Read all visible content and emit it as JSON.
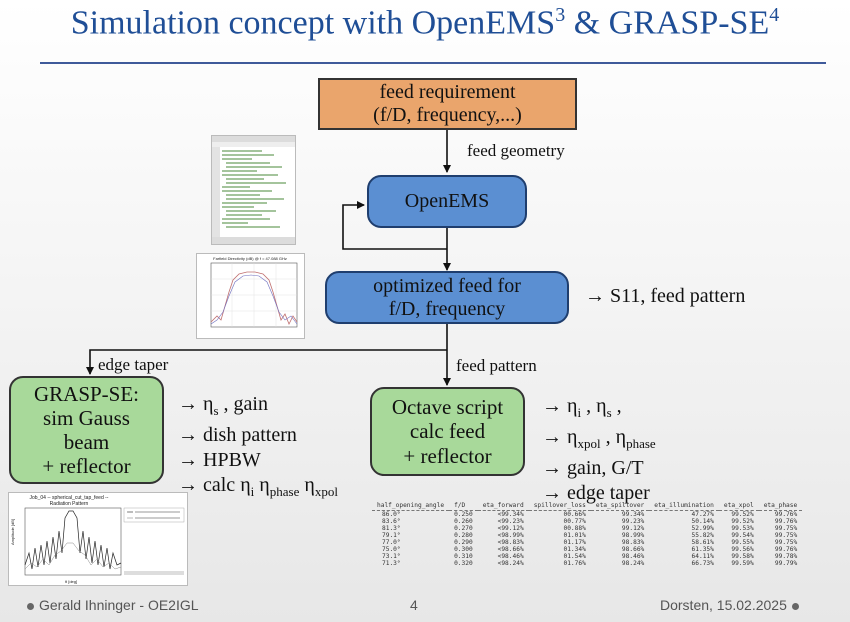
{
  "title": {
    "main": "Simulation concept with OpenEMS",
    "sup1": "3",
    "mid": " & GRASP-SE",
    "sup2": "4"
  },
  "boxes": {
    "feed_req_l1": "feed requirement",
    "feed_req_l2": "(f/D, frequency,...)",
    "openems": "OpenEMS",
    "optimized_l1": "optimized feed for",
    "optimized_l2": "f/D, frequency",
    "grasp_l1": "GRASP-SE:",
    "grasp_l2": "sim Gauss",
    "grasp_l3": "beam",
    "grasp_l4": "+ reflector",
    "octave_l1": "Octave script",
    "octave_l2": "calc feed",
    "octave_l3": "+ reflector"
  },
  "labels": {
    "feed_geometry": "feed geometry",
    "edge_taper": "edge taper",
    "feed_pattern": "feed pattern",
    "s11": "→ S11, feed pattern"
  },
  "grasp_outputs": {
    "l1_pre": "→ η",
    "l1_sub": "s",
    "l1_post": " , gain",
    "l2": "→ dish pattern",
    "l3": "→ HPBW",
    "l4_pre": "→ calc η",
    "l4_sub1": "i",
    "l4_mid1": " η",
    "l4_sub2": "phase",
    "l4_mid2": " η",
    "l4_sub3": "xpol"
  },
  "octave_outputs": {
    "l1_pre": "→ η",
    "l1_sub1": "i",
    "l1_mid": " , η",
    "l1_sub2": "s",
    "l1_post": " ,",
    "l2_pre": "→ η",
    "l2_sub1": "xpol",
    "l2_mid": " , η",
    "l2_sub2": "phase",
    "l3": "→ gain, G/T",
    "l4": "→ edge taper"
  },
  "table": {
    "headers": [
      "half_opening_angle",
      "f/D",
      "eta_forward",
      "spillover_loss",
      "eta_spillover",
      "eta_illumination",
      "eta_xpol",
      "eta_phase"
    ],
    "rows": [
      [
        "86.0°",
        "0.250",
        "<99.34%",
        "00.66%",
        "99.34%",
        "47.27%",
        "99.52%",
        "99.76%"
      ],
      [
        "83.6°",
        "0.260",
        "<99.23%",
        "00.77%",
        "99.23%",
        "50.14%",
        "99.52%",
        "99.76%"
      ],
      [
        "81.3°",
        "0.270",
        "<99.12%",
        "00.88%",
        "99.12%",
        "52.99%",
        "99.53%",
        "99.75%"
      ],
      [
        "79.1°",
        "0.280",
        "<98.99%",
        "01.01%",
        "98.99%",
        "55.82%",
        "99.54%",
        "99.75%"
      ],
      [
        "77.0°",
        "0.290",
        "<98.83%",
        "01.17%",
        "98.83%",
        "58.61%",
        "99.55%",
        "99.75%"
      ],
      [
        "75.0°",
        "0.300",
        "<98.66%",
        "01.34%",
        "98.66%",
        "61.35%",
        "99.56%",
        "99.76%"
      ],
      [
        "73.1°",
        "0.310",
        "<98.46%",
        "01.54%",
        "98.46%",
        "64.11%",
        "99.58%",
        "99.78%"
      ],
      [
        "71.3°",
        "0.320",
        "<98.24%",
        "01.76%",
        "98.24%",
        "66.73%",
        "99.59%",
        "99.79%"
      ]
    ]
  },
  "thumbnails": {
    "farfield_title": "Farfield Directivity (dB) @ f = 47.088 GHz",
    "radiation_title_l1": "Job_04 -- spherical_cut_tap_feed --",
    "radiation_title_l2": "Radiation Pattern",
    "radiation_ylabel": "Amplitude [dB]",
    "radiation_xlabel": "θ [deg]"
  },
  "footer": {
    "left": "Gerald Ihninger - OE2IGL",
    "page": "4",
    "right": "Dorsten, 15.02.2025"
  },
  "colors": {
    "title": "#1f4e96",
    "orange": "#eaa56c",
    "blue": "#5b8fd2",
    "green": "#a8d99a"
  }
}
